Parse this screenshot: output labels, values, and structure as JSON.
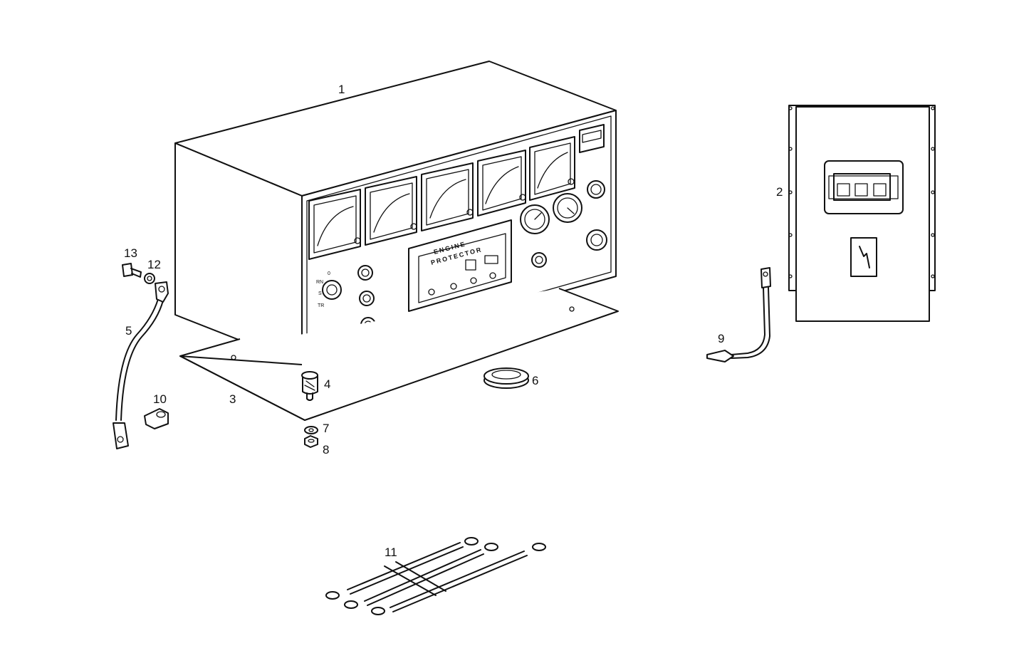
{
  "diagram": {
    "callouts": {
      "c1": "1",
      "c2": "2",
      "c3": "3",
      "c4": "4",
      "c5": "5",
      "c6": "6",
      "c7": "7",
      "c8": "8",
      "c9": "9",
      "c10": "10",
      "c11": "11",
      "c12": "12",
      "c13": "13"
    },
    "panel_label": {
      "line1": "ENGINE",
      "line2": "PROTECTOR"
    },
    "selector_marks": {
      "m1": "0",
      "m2": "RN",
      "m3": "S",
      "m4": "TR"
    }
  }
}
